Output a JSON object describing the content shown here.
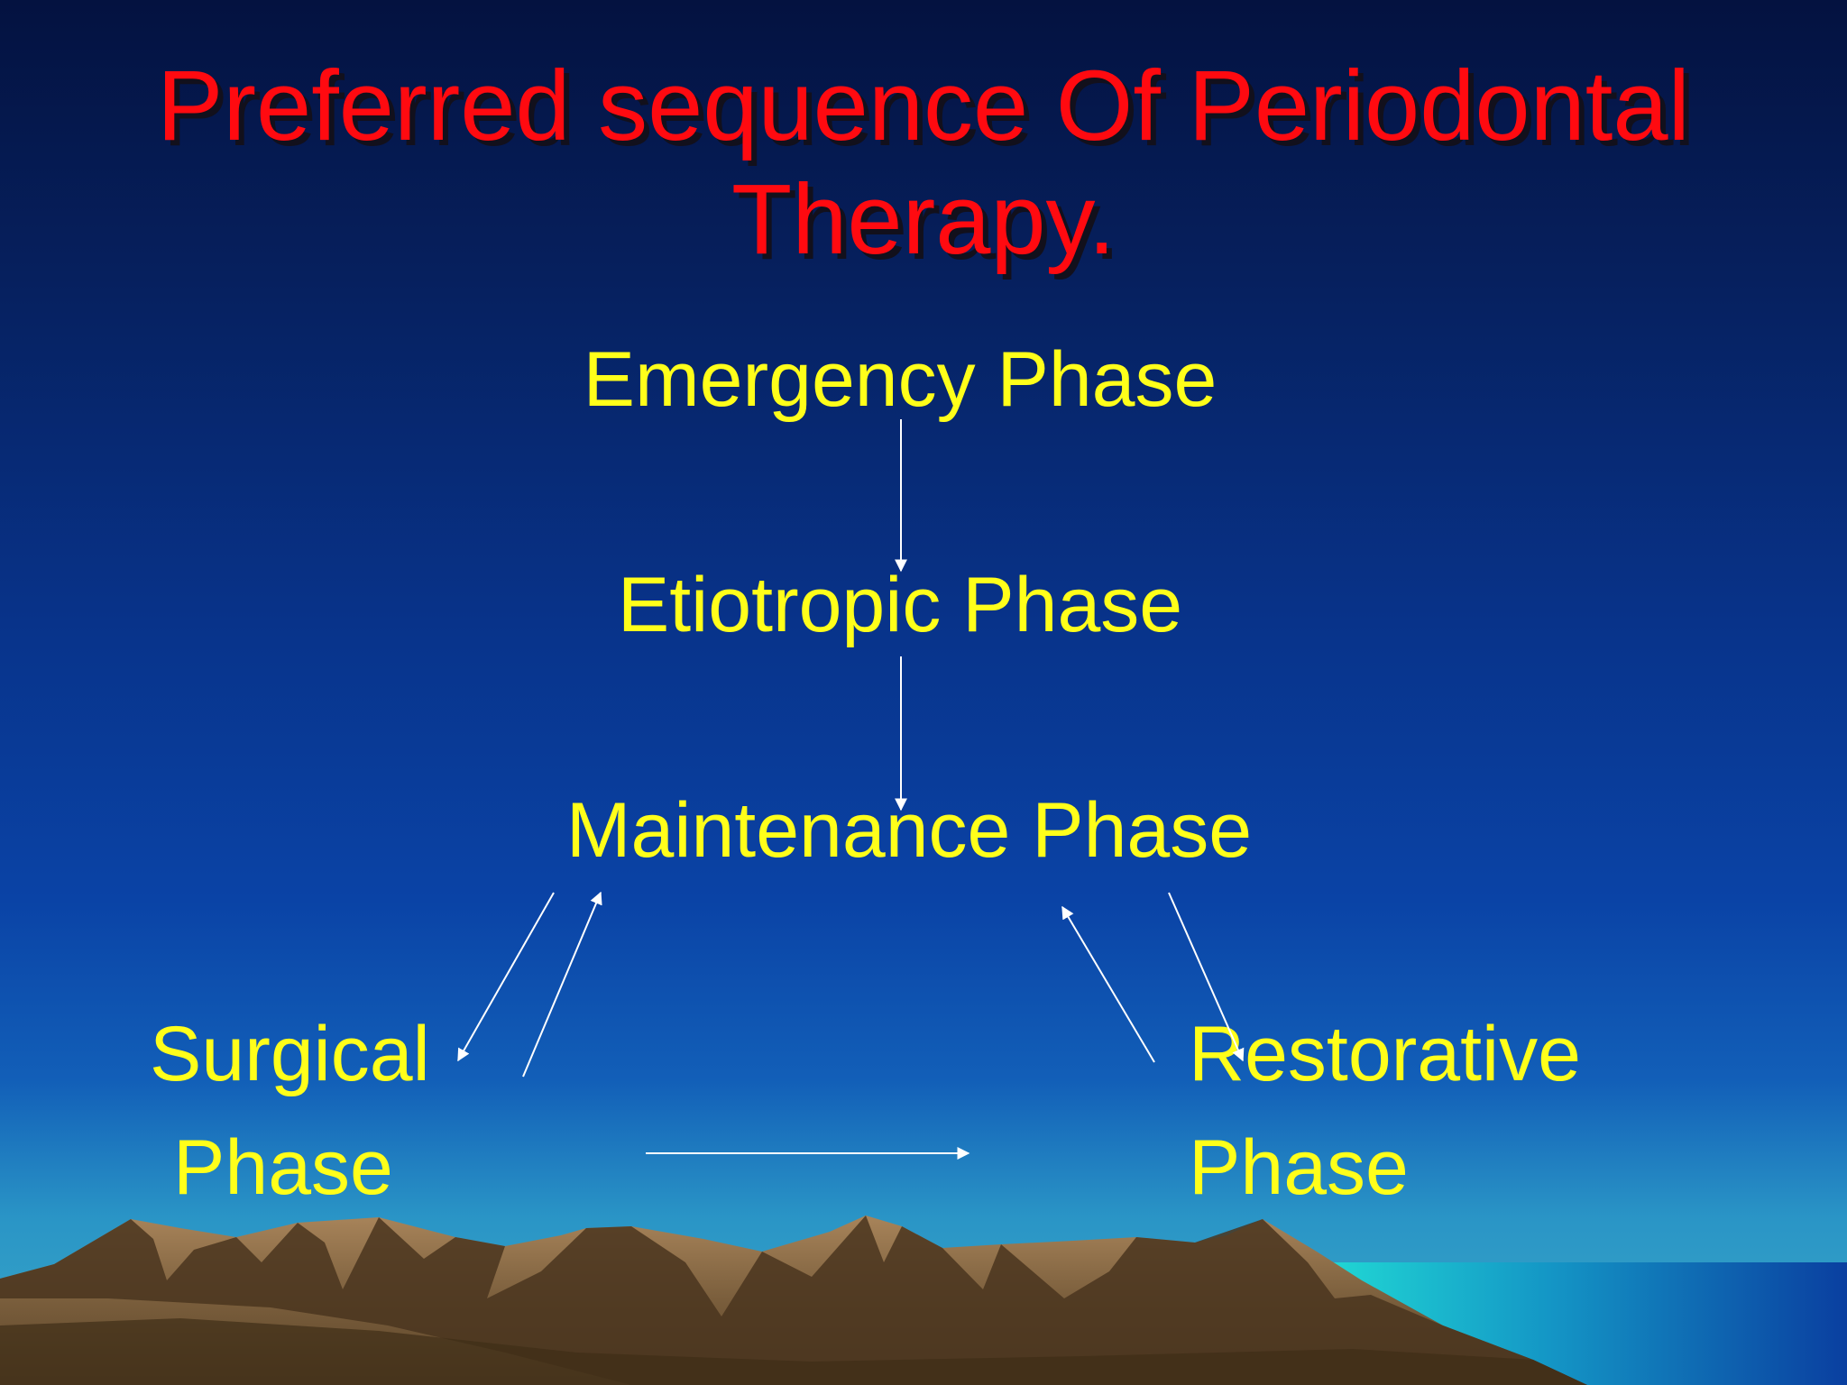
{
  "slide": {
    "title": "Preferred sequence Of Periodontal Therapy.",
    "title_color": "#ff0a10",
    "node_color": "#ffff1a",
    "arrow_color": "#ffffff"
  },
  "diagram": {
    "nodes": {
      "emergency": "Emergency Phase",
      "etiotropic": "Etiotropic Phase",
      "maintenance": "Maintenance Phase",
      "surgical_line1": "Surgical",
      "surgical_line2": "Phase",
      "restorative_line1": "Restorative",
      "restorative_line2": "Phase"
    },
    "edges": [
      {
        "from": "Emergency Phase",
        "to": "Etiotropic Phase"
      },
      {
        "from": "Etiotropic Phase",
        "to": "Maintenance Phase"
      },
      {
        "from": "Maintenance Phase",
        "to": "Surgical Phase"
      },
      {
        "from": "Surgical Phase",
        "to": "Maintenance Phase"
      },
      {
        "from": "Maintenance Phase",
        "to": "Restorative Phase"
      },
      {
        "from": "Restorative Phase",
        "to": "Maintenance Phase"
      },
      {
        "from": "Surgical Phase",
        "to": "Restorative Phase"
      }
    ]
  }
}
